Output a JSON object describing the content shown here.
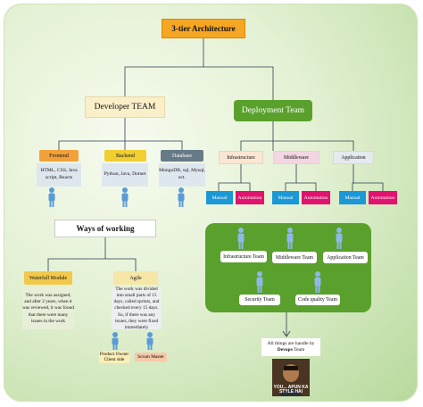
{
  "title": "3-tier Architecture",
  "developer_team": {
    "label": "Developer TEAM",
    "columns": [
      {
        "head": "Frontend",
        "desc": "HTML, CSS, Java script, Reacts"
      },
      {
        "head": "Backend",
        "desc": "Python, Java, Dotnet"
      },
      {
        "head": "Database",
        "desc": "MongoDB, sql, Mysql, ect."
      }
    ]
  },
  "deployment_team": {
    "label": "Deployment Team",
    "columns": [
      {
        "head": "Infrastructure",
        "manual": "Manual",
        "automation": "Automation"
      },
      {
        "head": "Middleware",
        "manual": "Manual",
        "automation": "Automation"
      },
      {
        "head": "Application",
        "manual": "Manual",
        "automation": "Automation"
      }
    ]
  },
  "ways": {
    "label": "Ways of working",
    "waterfall": {
      "head": "Waterfall Module",
      "desc": "The work was assigned, and after 2 years, when it was reviewed, it was found that there were many issues in the work"
    },
    "agile": {
      "head": "Agile",
      "desc": "The work was divided into small parts of 15 days, called sprints, and checked every 15 days. So, if there was any issues, they were fixed immediately",
      "roles": [
        "Product Owner Client side",
        "Scrum Master"
      ]
    }
  },
  "devops": {
    "teams": [
      "Infrastructure Team",
      "Middleware Team",
      "Application Team",
      "Security Team",
      "Code quality Team"
    ],
    "handled": [
      "All things are handle by",
      "Devops",
      "Team"
    ],
    "meme_text": "YOU... APUN KA STYLE HAI"
  },
  "colors": {
    "title": "#f5a623",
    "deployment": "#5aa02c",
    "manual": "#1b98d6",
    "automation": "#e0136e",
    "person": "#5b9bd5"
  }
}
